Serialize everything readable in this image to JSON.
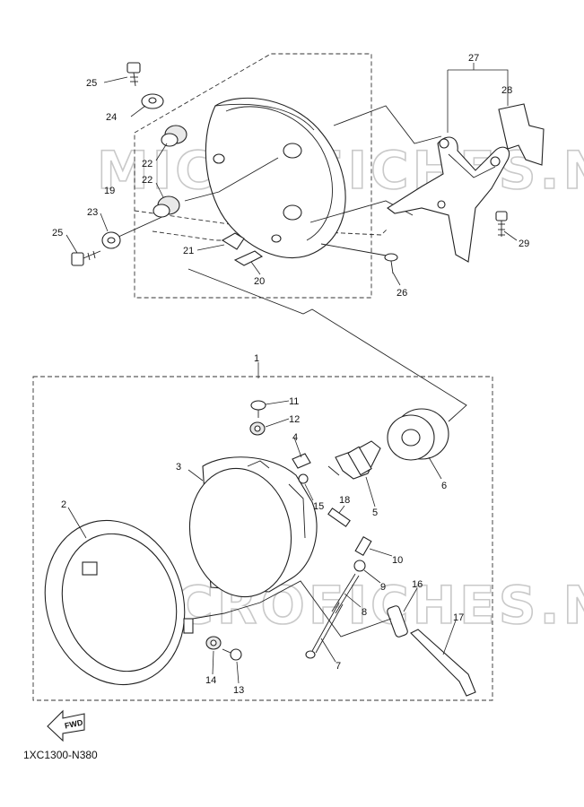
{
  "watermark": "MICROFICHES.NET",
  "diagram_code": "1XC1300-N380",
  "fwd_label": "FWD",
  "callouts": [
    "1",
    "2",
    "3",
    "4",
    "5",
    "6",
    "7",
    "8",
    "9",
    "10",
    "11",
    "12",
    "13",
    "14",
    "15",
    "16",
    "17",
    "18",
    "19",
    "20",
    "21",
    "22",
    "23",
    "24",
    "25",
    "26",
    "27",
    "28",
    "29"
  ],
  "colors": {
    "line": "#222222",
    "watermark": "#c9c9c9",
    "background": "#ffffff"
  }
}
